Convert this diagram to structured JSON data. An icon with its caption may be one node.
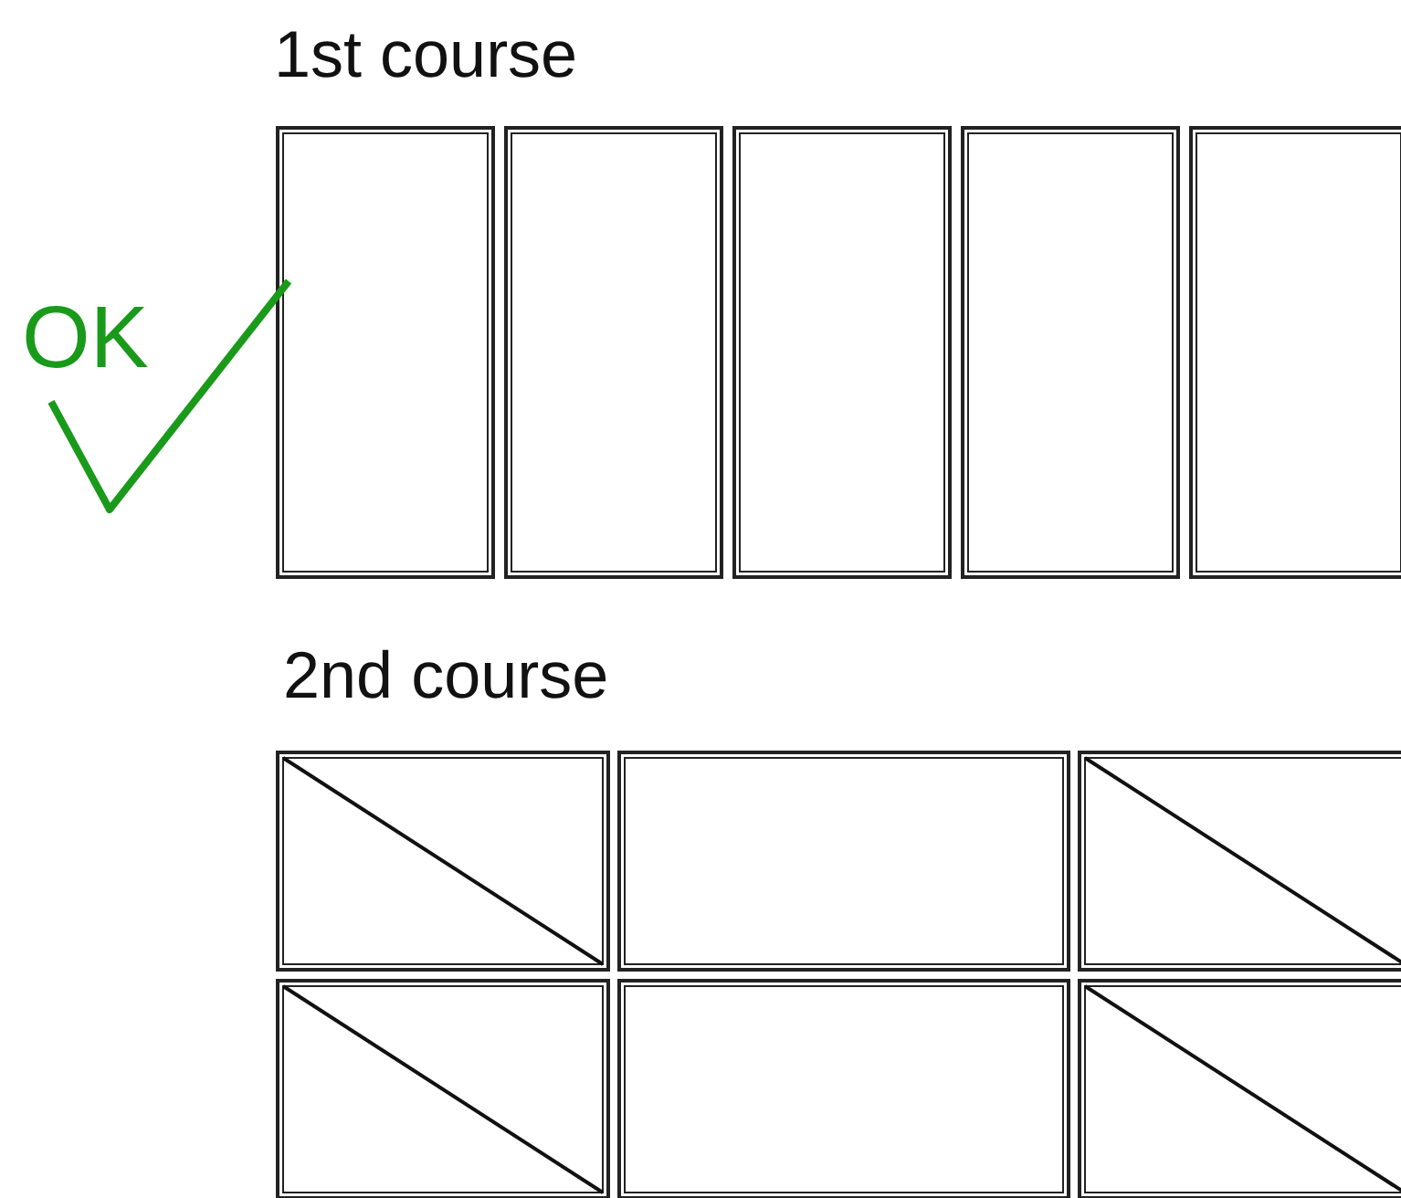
{
  "diagram": {
    "labels": [
      "1st course",
      "OK",
      "2nd course"
    ]
  }
}
